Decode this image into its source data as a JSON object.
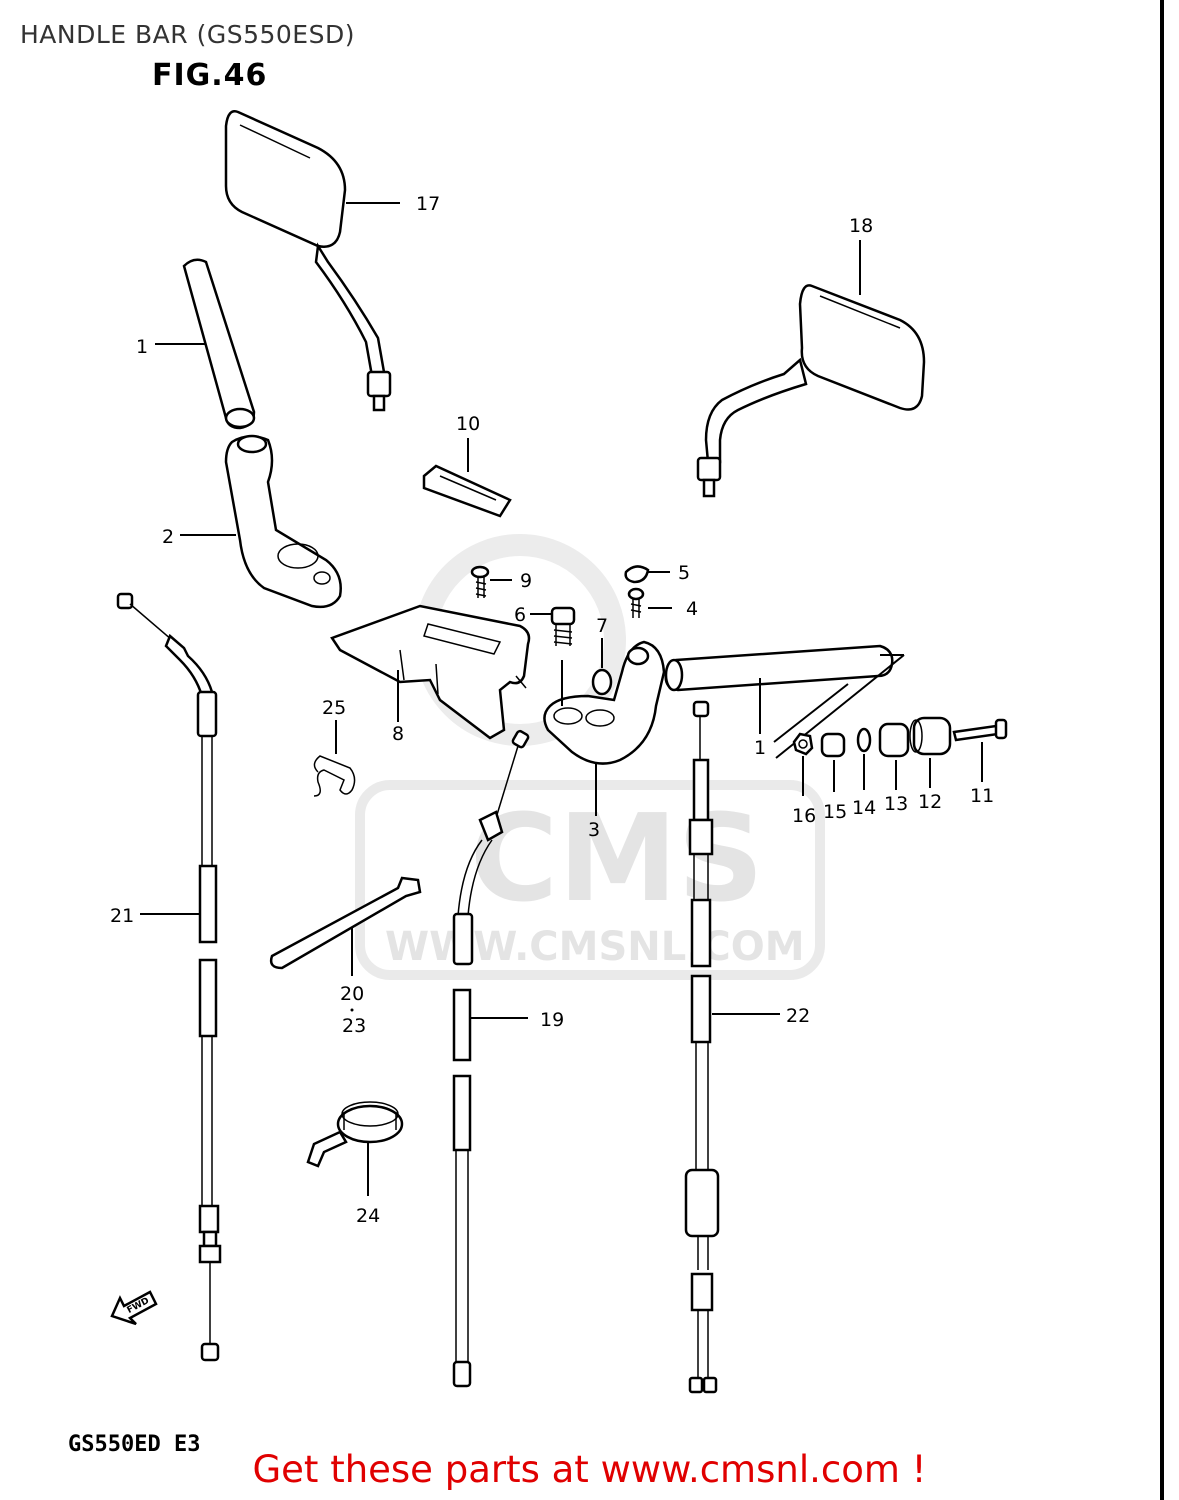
{
  "header": {
    "title": "HANDLE BAR (GS550ESD)",
    "figure": "FIG.46"
  },
  "footer": {
    "model_code": "GS550ED E3",
    "link_text": "Get these parts at www.cmsnl.com !"
  },
  "watermark": {
    "brand": "CMS",
    "url": "WWW.CMSNL.COM"
  },
  "direction_marker": "FWD",
  "callouts": [
    {
      "id": "c17",
      "label": "17"
    },
    {
      "id": "c18",
      "label": "18"
    },
    {
      "id": "c1a",
      "label": "1"
    },
    {
      "id": "c10",
      "label": "10"
    },
    {
      "id": "c2",
      "label": "2"
    },
    {
      "id": "c9",
      "label": "9"
    },
    {
      "id": "c5",
      "label": "5"
    },
    {
      "id": "c6",
      "label": "6"
    },
    {
      "id": "c4",
      "label": "4"
    },
    {
      "id": "c7",
      "label": "7"
    },
    {
      "id": "c25",
      "label": "25"
    },
    {
      "id": "c8",
      "label": "8"
    },
    {
      "id": "c1b",
      "label": "1"
    },
    {
      "id": "c16",
      "label": "16"
    },
    {
      "id": "c15",
      "label": "15"
    },
    {
      "id": "c14",
      "label": "14"
    },
    {
      "id": "c13",
      "label": "13"
    },
    {
      "id": "c12",
      "label": "12"
    },
    {
      "id": "c11",
      "label": "11"
    },
    {
      "id": "c3",
      "label": "3"
    },
    {
      "id": "c21",
      "label": "21"
    },
    {
      "id": "c20",
      "label": "20"
    },
    {
      "id": "c23",
      "label": "23"
    },
    {
      "id": "c19",
      "label": "19"
    },
    {
      "id": "c22",
      "label": "22"
    },
    {
      "id": "c24",
      "label": "24"
    }
  ]
}
